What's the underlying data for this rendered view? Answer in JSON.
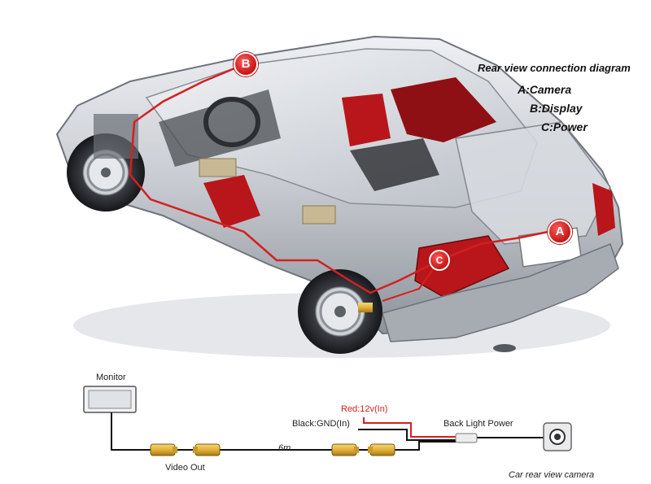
{
  "diagram": {
    "title": "Rear view connection diagram",
    "legend": {
      "a": "A:Camera",
      "b": "B:Display",
      "c": "C:Power"
    },
    "markers": {
      "a": "A",
      "b": "B",
      "c": "C"
    },
    "wiring": {
      "monitor": "Monitor",
      "video_out": "Video Out",
      "cable_length": "6m",
      "red_wire": "Red:12v(In)",
      "black_wire": "Black:GND(In)",
      "back_light": "Back Light Power",
      "camera": "Car rear view camera"
    },
    "colors": {
      "wire_red": "#d42020",
      "car_body": "#c9ccd1",
      "seat_red": "#b8161b",
      "connector_gold": "#e3b23c"
    }
  }
}
